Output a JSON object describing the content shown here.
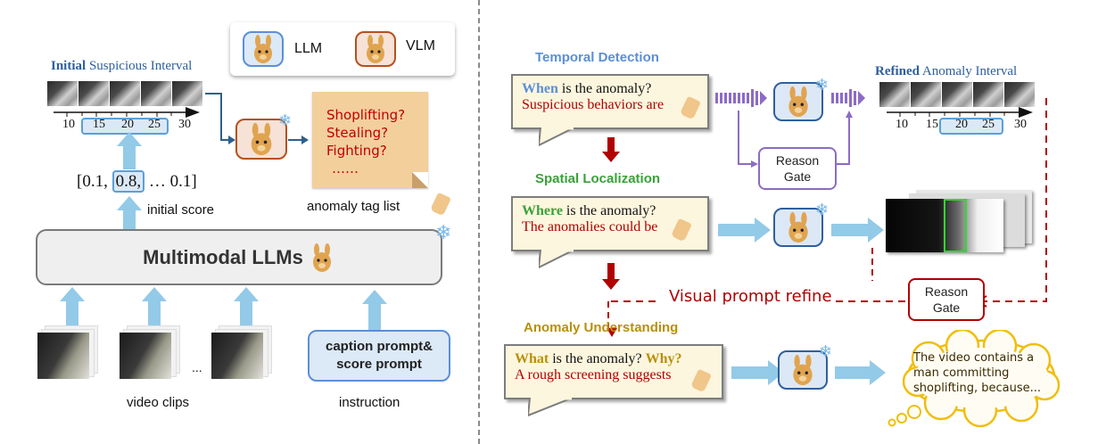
{
  "legend": {
    "items": [
      {
        "label": "LLM",
        "icon": "llama-llm-icon",
        "color": "#5b8fd6"
      },
      {
        "label": "VLM",
        "icon": "llama-vlm-icon",
        "color": "#b5501e"
      }
    ]
  },
  "left": {
    "interval_title_bold": "Initial",
    "interval_title_rest": " Suspicious Interval",
    "timeline_ticks": [
      "10",
      "15",
      "20",
      "25",
      "30"
    ],
    "highlighted_interval": [
      "15",
      "25"
    ],
    "scores": {
      "open": "[0.1, ",
      "highlight": "0.8,",
      "rest": " … 0.1]"
    },
    "initial_score_label": "initial score",
    "tag_list": [
      "Shoplifting?",
      "Stealing?",
      "Fighting?",
      "……"
    ],
    "tag_list_label": "anomaly tag list",
    "mllm_title": "Multimodal LLMs",
    "video_clips_label": "video clips",
    "ellipsis": "...",
    "instruction_box": [
      "caption prompt&",
      "score prompt"
    ],
    "instruction_label": "instruction",
    "snowflake": "❄"
  },
  "right": {
    "temporal": {
      "title": "Temporal Detection",
      "title_color": "#5b8fd6",
      "q_word": "When",
      "q_rest": " is the anomaly?",
      "answer": "Suspicious behaviors are"
    },
    "spatial": {
      "title": "Spatial Localization",
      "title_color": "#3aa13a",
      "q_word": "Where",
      "q_rest": " is the anomaly?",
      "answer": "The anomalies could be"
    },
    "understanding": {
      "title": "Anomaly Understanding",
      "title_color": "#b8900a",
      "q_word": "What",
      "q_rest": " is the anomaly? ",
      "q_why": "Why?",
      "answer": "A rough screening suggests"
    },
    "refined_title_bold": "Refined",
    "refined_title_rest": " Anomaly Interval",
    "refined_ticks": [
      "10",
      "15",
      "20",
      "25",
      "30"
    ],
    "refined_interval": [
      "20",
      "25"
    ],
    "reason_gate_1": [
      "Reason",
      "Gate"
    ],
    "reason_gate_2": [
      "Reason",
      "Gate"
    ],
    "visual_prompt_refine": "Visual prompt refine",
    "output_cloud": [
      "The video contains a",
      "man committing",
      "shoplifting, because..."
    ],
    "snowflake": "❄"
  }
}
